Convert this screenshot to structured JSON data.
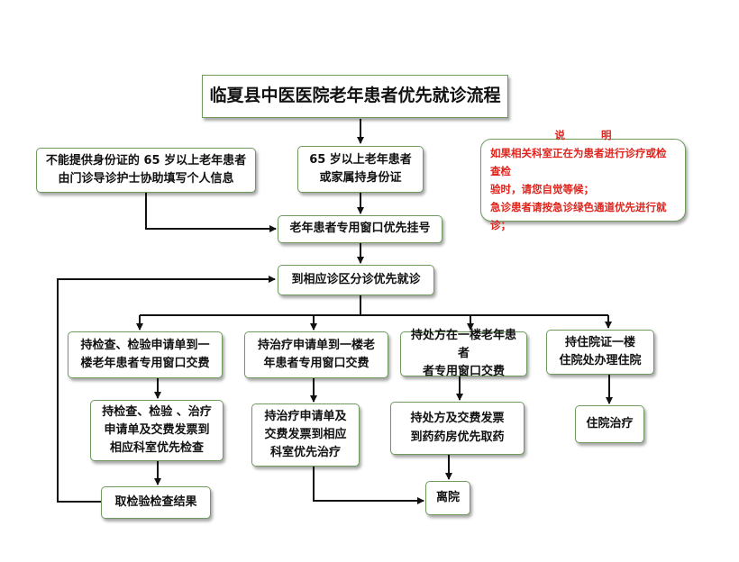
{
  "title": "临夏县中医医院老年患者优先就诊流程",
  "note": {
    "heading": "说  明",
    "lines": [
      "如果相关科室正在为患者进行诊疗或检查检",
      "验时，请您自觉等候；",
      "急诊患者请按急诊绿色通道优先进行就诊；"
    ]
  },
  "steps": {
    "no_id": "不能提供身份证的 65 岁以上老年患者\n由门诊导诊护士协助填写个人信息",
    "with_id": "65 岁以上老年患者\n或家属持身份证",
    "register": "老年患者专用窗口优先挂号",
    "consult": "到相应诊区分诊优先就诊",
    "exam_pay": "持检查、检验申请单到一\n楼老年患者专用窗口交费",
    "treat_pay": "持治疗申请单到一楼老\n年患者专用窗口交费",
    "rx_pay": "持处方在一楼老年患者\n者专用窗口交费",
    "admit_proc": "持住院证一楼\n住院处办理住院",
    "exam_do": "持检查、检验 、治疗\n申请单及交费发票到\n相应科室优先检查",
    "treat_do": "持治疗申请单及\n交费发票到相应\n科室优先治疗",
    "rx_pick": "持处方及交费发票\n到药药房优先取药",
    "admit": "住院治疗",
    "results": "取检验检查结果",
    "leave": "离院"
  }
}
